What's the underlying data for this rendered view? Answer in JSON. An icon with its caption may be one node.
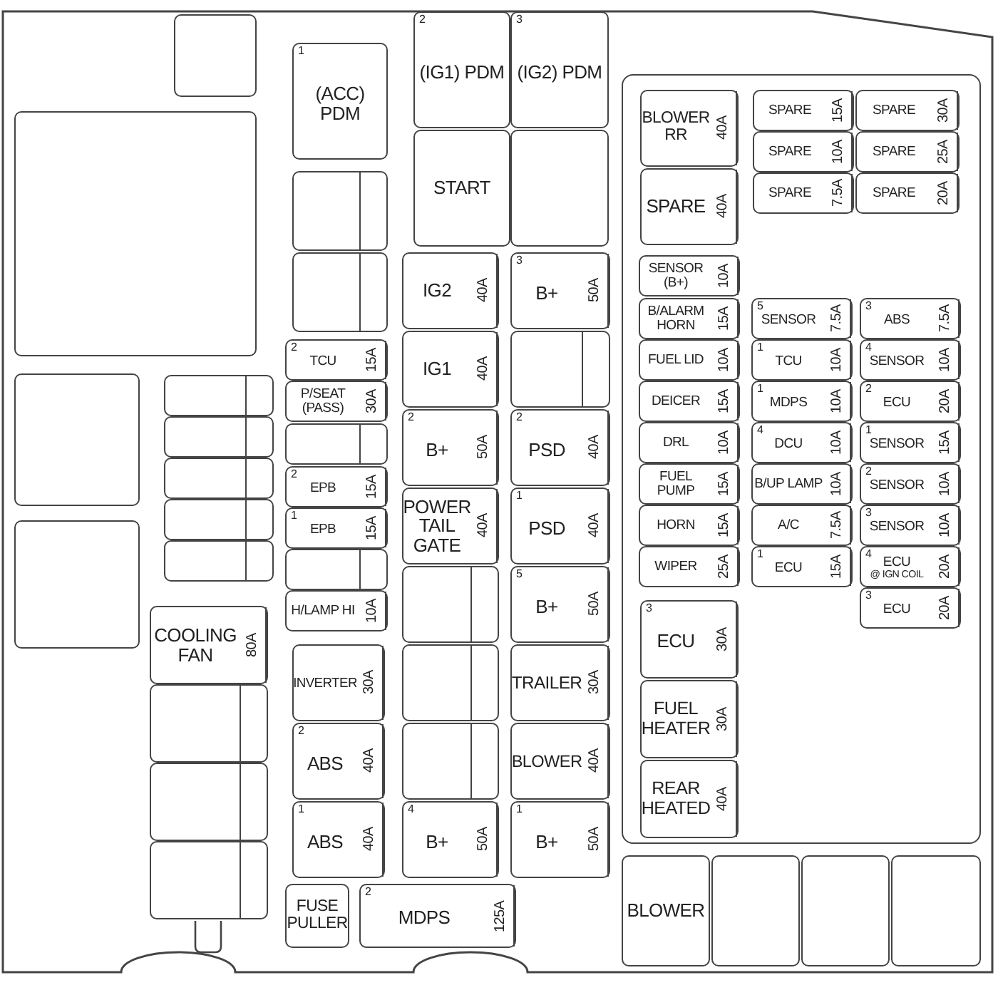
{
  "diagram": {
    "nodes": [
      {
        "text": [],
        "shape": "box"
      },
      {
        "text": [],
        "shape": "box",
        "in": 0
      },
      {
        "text": [],
        "shape": "box",
        "in": 0
      },
      {
        "text": [],
        "shape": "box",
        "in": 0
      },
      {
        "text": [],
        "shape": "box",
        "in": 0
      },
      {
        "text": [],
        "shape": "box",
        "in": 0
      },
      {
        "text": [],
        "shape": "box",
        "in": 0
      },
      {
        "text": [],
        "shape": "box",
        "in": 0
      },
      {
        "text": [],
        "shape": "box",
        "in": 0
      },
      {
        "text": [],
        "shape": "box",
        "in": 0
      },
      {
        "text": [
          "COOLING FAN",
          "80A"
        ],
        "in": 0
      },
      {
        "text": [],
        "shape": "box",
        "in": 0
      },
      {
        "text": [],
        "shape": "box",
        "in": 0
      },
      {
        "text": [],
        "shape": "box",
        "in": 0
      },
      {
        "text": [
          "1",
          "(ACC) PDM"
        ],
        "in": 0
      },
      {
        "text": [],
        "shape": "box",
        "in": 0
      },
      {
        "text": [],
        "shape": "box",
        "in": 0
      },
      {
        "text": [
          "2",
          "TCU",
          "15A"
        ],
        "in": 0
      },
      {
        "text": [
          "P/SEAT (PASS)",
          "30A"
        ],
        "in": 0
      },
      {
        "text": [],
        "shape": "box",
        "in": 0
      },
      {
        "text": [
          "2",
          "EPB",
          "15A"
        ],
        "in": 0
      },
      {
        "text": [
          "1",
          "EPB",
          "15A"
        ],
        "in": 0
      },
      {
        "text": [],
        "shape": "box",
        "in": 0
      },
      {
        "text": [
          "H/LAMP HI",
          "10A"
        ],
        "in": 0
      },
      {
        "text": [
          "INVERTER",
          "30A"
        ],
        "in": 0
      },
      {
        "text": [
          "2",
          "ABS",
          "40A"
        ],
        "in": 0
      },
      {
        "text": [
          "1",
          "ABS",
          "40A"
        ],
        "in": 0
      },
      {
        "text": [
          "FUSE PULLER"
        ],
        "in": 0
      },
      {
        "text": [
          "2",
          "MDPS",
          "125A"
        ],
        "in": 0
      },
      {
        "text": [
          "2",
          "(IG1) PDM"
        ],
        "in": 0
      },
      {
        "text": [
          "3",
          "(IG2) PDM"
        ],
        "in": 0
      },
      {
        "text": [
          "START"
        ],
        "in": 0
      },
      {
        "text": [],
        "shape": "box",
        "in": 0
      },
      {
        "text": [
          "IG2",
          "40A"
        ],
        "in": 0
      },
      {
        "text": [
          "IG1",
          "40A"
        ],
        "in": 0
      },
      {
        "text": [
          "2",
          "B+",
          "50A"
        ],
        "in": 0
      },
      {
        "text": [
          "POWER TAIL GATE",
          "40A"
        ],
        "in": 0
      },
      {
        "text": [],
        "shape": "box",
        "in": 0
      },
      {
        "text": [],
        "shape": "box",
        "in": 0
      },
      {
        "text": [],
        "shape": "box",
        "in": 0
      },
      {
        "text": [
          "4",
          "B+",
          "50A"
        ],
        "in": 0
      },
      {
        "text": [
          "3",
          "B+",
          "50A"
        ],
        "in": 0
      },
      {
        "text": [],
        "shape": "box",
        "in": 0
      },
      {
        "text": [
          "2",
          "PSD",
          "40A"
        ],
        "in": 0
      },
      {
        "text": [
          "1",
          "PSD",
          "40A"
        ],
        "in": 0
      },
      {
        "text": [
          "5",
          "B+",
          "50A"
        ],
        "in": 0
      },
      {
        "text": [
          "TRAILER",
          "30A"
        ],
        "in": 0
      },
      {
        "text": [
          "BLOWER",
          "40A"
        ],
        "in": 0
      },
      {
        "text": [
          "1",
          "B+",
          "50A"
        ],
        "in": 0
      },
      {
        "text": [],
        "shape": "box",
        "in": 0
      },
      {
        "text": [
          "BLOWER RR",
          "40A"
        ],
        "in": 49
      },
      {
        "text": [
          "SPARE",
          "40A"
        ],
        "in": 49
      },
      {
        "text": [
          "SPARE",
          "15A"
        ],
        "in": 49
      },
      {
        "text": [
          "SPARE",
          "30A"
        ],
        "in": 49
      },
      {
        "text": [
          "SPARE",
          "10A"
        ],
        "in": 49
      },
      {
        "text": [
          "SPARE",
          "25A"
        ],
        "in": 49
      },
      {
        "text": [
          "SPARE",
          "7.5A"
        ],
        "in": 49
      },
      {
        "text": [
          "SPARE",
          "20A"
        ],
        "in": 49
      },
      {
        "text": [
          "SENSOR (B+)",
          "10A"
        ],
        "in": 49
      },
      {
        "text": [
          "B/ALARM HORN",
          "15A"
        ],
        "in": 49
      },
      {
        "text": [
          "FUEL LID",
          "10A"
        ],
        "in": 49
      },
      {
        "text": [
          "DEICER",
          "15A"
        ],
        "in": 49
      },
      {
        "text": [
          "DRL",
          "10A"
        ],
        "in": 49
      },
      {
        "text": [
          "FUEL PUMP",
          "15A"
        ],
        "in": 49
      },
      {
        "text": [
          "HORN",
          "15A"
        ],
        "in": 49
      },
      {
        "text": [
          "WIPER",
          "25A"
        ],
        "in": 49
      },
      {
        "text": [
          "5",
          "SENSOR",
          "7.5A"
        ],
        "in": 49
      },
      {
        "text": [
          "1",
          "TCU",
          "10A"
        ],
        "in": 49
      },
      {
        "text": [
          "1",
          "MDPS",
          "10A"
        ],
        "in": 49
      },
      {
        "text": [
          "4",
          "DCU",
          "10A"
        ],
        "in": 49
      },
      {
        "text": [
          "B/UP LAMP",
          "10A"
        ],
        "in": 49
      },
      {
        "text": [
          "A/C",
          "7.5A"
        ],
        "in": 49
      },
      {
        "text": [
          "1",
          "ECU",
          "15A"
        ],
        "in": 49
      },
      {
        "text": [
          "3",
          "ABS",
          "7.5A"
        ],
        "in": 49
      },
      {
        "text": [
          "4",
          "SENSOR",
          "10A"
        ],
        "in": 49
      },
      {
        "text": [
          "2",
          "ECU",
          "20A"
        ],
        "in": 49
      },
      {
        "text": [
          "1",
          "SENSOR",
          "15A"
        ],
        "in": 49
      },
      {
        "text": [
          "2",
          "SENSOR",
          "10A"
        ],
        "in": 49
      },
      {
        "text": [
          "3",
          "SENSOR",
          "10A"
        ],
        "in": 49
      },
      {
        "text": [
          "4",
          "ECU",
          "@ IGN COIL",
          "20A"
        ],
        "in": 49
      },
      {
        "text": [
          "3",
          "ECU",
          "20A"
        ],
        "in": 49
      },
      {
        "text": [
          "3",
          "ECU",
          "30A"
        ],
        "in": 49
      },
      {
        "text": [
          "FUEL HEATER",
          "30A"
        ],
        "in": 49
      },
      {
        "text": [
          "REAR HEATED",
          "40A"
        ],
        "in": 49
      },
      {
        "text": [
          "BLOWER"
        ],
        "in": 0
      },
      {
        "text": [],
        "shape": "box",
        "in": 0
      },
      {
        "text": [],
        "shape": "box",
        "in": 0
      },
      {
        "text": [],
        "shape": "box",
        "in": 0
      }
    ]
  }
}
